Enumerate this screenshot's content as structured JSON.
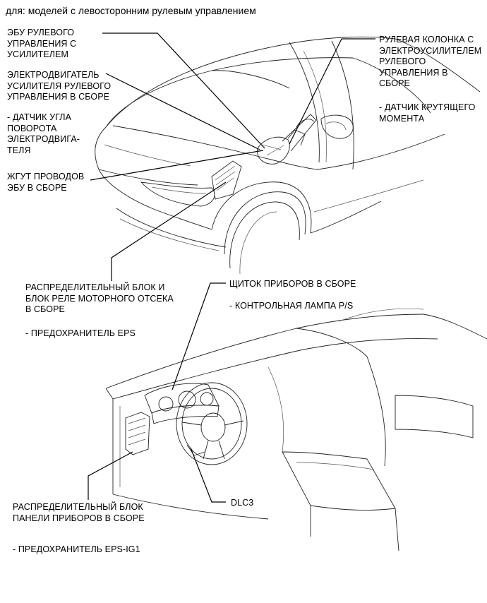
{
  "header": "для: моделей с левосторонним рулевым управлением",
  "labels": {
    "steering_ecu": "ЭБУ РУЛЕВОГО\nУПРАВЛЕНИЯ С\nУСИЛИТЕЛЕМ",
    "motor": "ЭЛЕКТРОДВИГАТЕЛЬ\nУСИЛИТЕЛЯ РУЛЕВОГО\nУПРАВЛЕНИЯ В СБОРЕ",
    "motor_sensor": "- ДАТЧИК УГЛА\nПОВОРОТА\nЭЛЕКТРОДВИГА-\nТЕЛЯ",
    "wire_harness": "ЖГУТ ПРОВОДОВ\nЭБУ В СБОРЕ",
    "column": "РУЛЕВАЯ КОЛОНКА С\nЭЛЕКТРОУСИЛИТЕЛЕМ\nРУЛЕВОГО\nУПРАВЛЕНИЯ В\nСБОРЕ",
    "torque_sensor": "- ДАТЧИК КРУТЯЩЕГО\nМОМЕНТА",
    "engine_relay_block": "РАСПРЕДЕЛИТЕЛЬНЫЙ БЛОК И\nБЛОК РЕЛЕ МОТОРНОГО ОТСЕКА\nВ СБОРЕ",
    "eps_fuse": "- ПРЕДОХРАНИТЕЛЬ EPS",
    "combination_meter": "ЩИТОК ПРИБОРОВ В СБОРЕ",
    "ps_lamp": "- КОНТРОЛЬНАЯ ЛАМПА P/S",
    "instrument_panel_jb": "РАСПРЕДЕЛИТЕЛЬНЫЙ БЛОК\nПАНЕЛИ ПРИБОРОВ В СБОРЕ",
    "dlc3": "DLC3",
    "eps_ig1_fuse": "- ПРЕДОХРАНИТЕЛЬ EPS-IG1"
  }
}
